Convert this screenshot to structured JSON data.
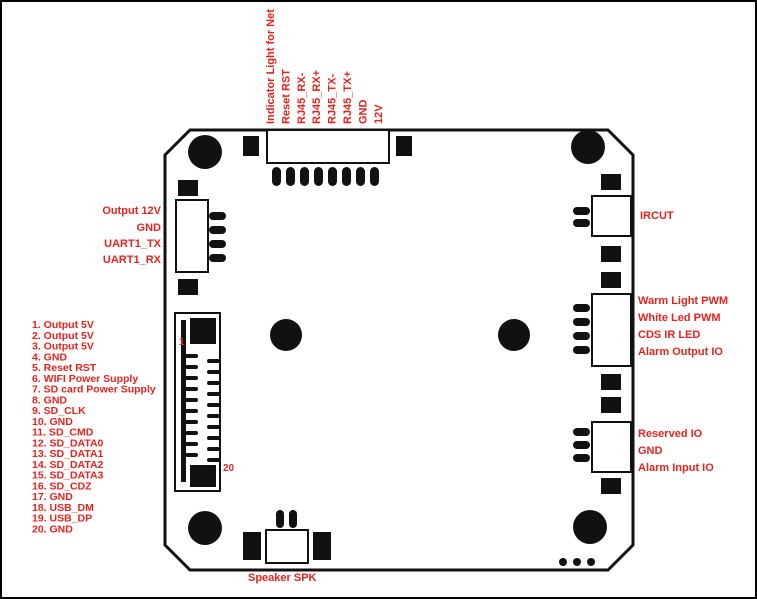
{
  "top_connector": {
    "labels": [
      "Indicator Light for Net",
      "Reset RST",
      "RJ45_RX-",
      "RJ45_RX+",
      "RJ45_TX-",
      "RJ45_TX+",
      "GND",
      "12V"
    ]
  },
  "uart_connector": {
    "labels": [
      "Output 12V",
      "GND",
      "UART1_TX",
      "UART1_RX"
    ]
  },
  "ircut_connector": {
    "label": "IRCUT"
  },
  "pwm_connector": {
    "labels": [
      "Warm Light PWM",
      "White Led PWM",
      "CDS IR LED",
      "Alarm Output IO"
    ]
  },
  "reserved_connector": {
    "labels": [
      "Reserved IO",
      "GND",
      "Alarm Input IO"
    ]
  },
  "fpc_connector": {
    "pin_first": "1",
    "pin_last": "20",
    "pins": [
      "1. Output 5V",
      "2. Output 5V",
      "3. Output 5V",
      "4. GND",
      "5. Reset RST",
      "6. WIFI Power Supply",
      "7. SD card Power Supply",
      "8. GND",
      "9. SD_CLK",
      "10. GND",
      "11. SD_CMD",
      "12. SD_DATA0",
      "13. SD_DATA1",
      "14. SD_DATA2",
      "15. SD_DATA3",
      "16. SD_CDZ",
      "17. GND",
      "18. USB_DM",
      "19. USB_DP",
      "20. GND"
    ]
  },
  "speaker": {
    "label": "Speaker SPK"
  },
  "colors": {
    "label": "#e8231e",
    "ink": "#111111",
    "frame": "#000000"
  }
}
